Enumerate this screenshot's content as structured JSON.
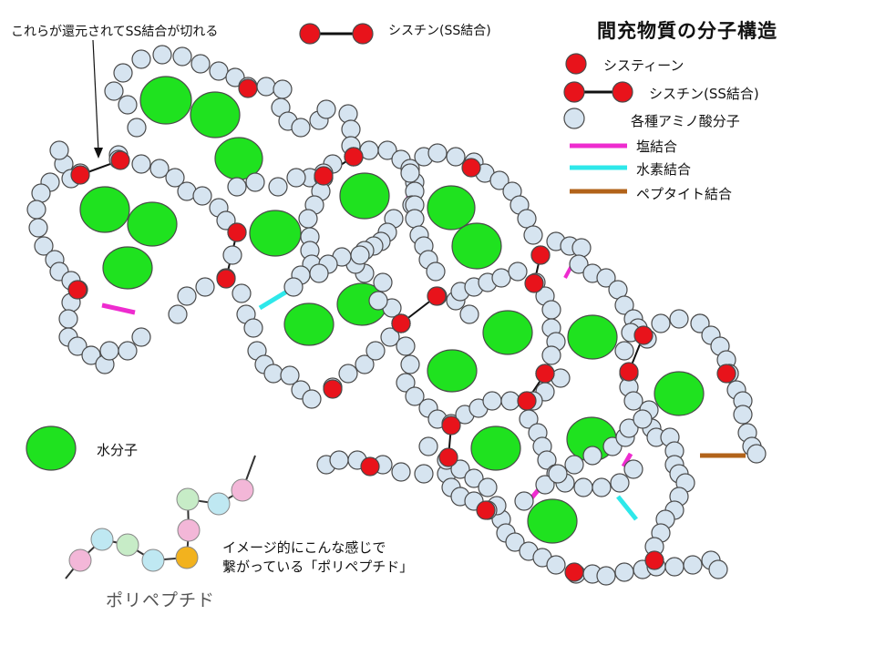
{
  "title": "間充物質の分子構造",
  "legend": {
    "cystine_top": "シスチン(SS結合)",
    "cysteine": "システィーン",
    "cystine": "シスチン(SS結合)",
    "amino_acid": "各種アミノ酸分子",
    "salt_bond": "塩結合",
    "hydrogen_bond": "水素結合",
    "peptide_bond": "ペプタイト結合"
  },
  "annotations": {
    "reduction_note": "これらが還元されてSS結合が切れる",
    "water": "水分子",
    "polypeptide_note": "イメージ的にこんな感じで\n繋がっている「ポリペプチド」",
    "polypeptide_label": "ポリペプチド"
  },
  "colors": {
    "amino": "#d6e4f0",
    "amino_stroke": "#4a4a4a",
    "cysteine": "#e8131b",
    "water": "#1fe21f",
    "salt": "#ee2ccf",
    "hydrogen": "#2ee8ea",
    "peptide": "#b2631a",
    "poly_pink": "#f3b7d8",
    "poly_cyan": "#bfe8f2",
    "poly_green": "#c7ecc7",
    "poly_orange": "#f2b21e"
  }
}
